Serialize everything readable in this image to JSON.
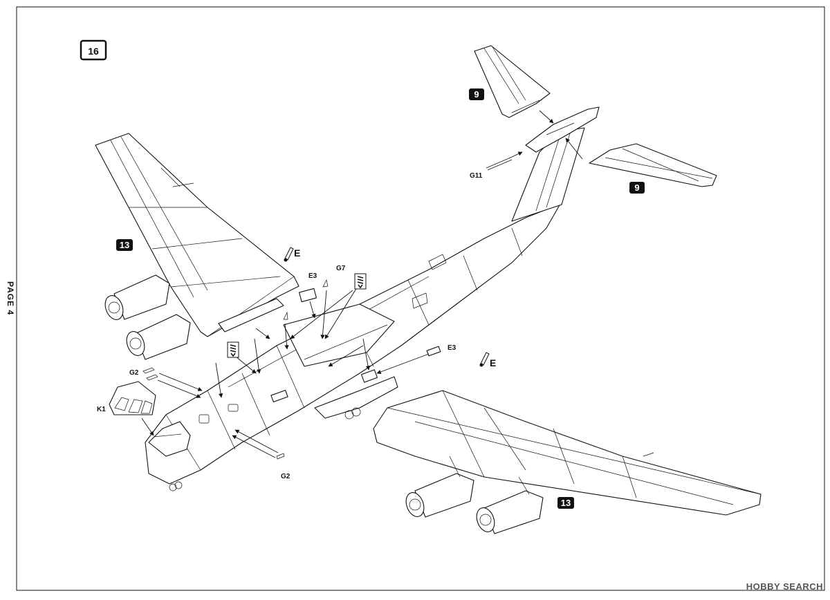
{
  "page": {
    "label": "PAGE 4"
  },
  "step": {
    "number": "16"
  },
  "badges": {
    "tail_fin": "9",
    "stabilizer": "9",
    "wing_left": "13",
    "wing_right": "13"
  },
  "parts": {
    "e3_top": "E3",
    "g7": "G7",
    "e_top": "E",
    "e3_right": "E3",
    "e_right": "E",
    "g2_top": "G2",
    "k1": "K1",
    "g2_bottom": "G2",
    "g11": "G11"
  },
  "icons": {
    "glue_tool": "glue-brush-icon",
    "drill": "drill-bit-icon"
  },
  "watermark": {
    "text": "HOBBY SEARCH"
  }
}
